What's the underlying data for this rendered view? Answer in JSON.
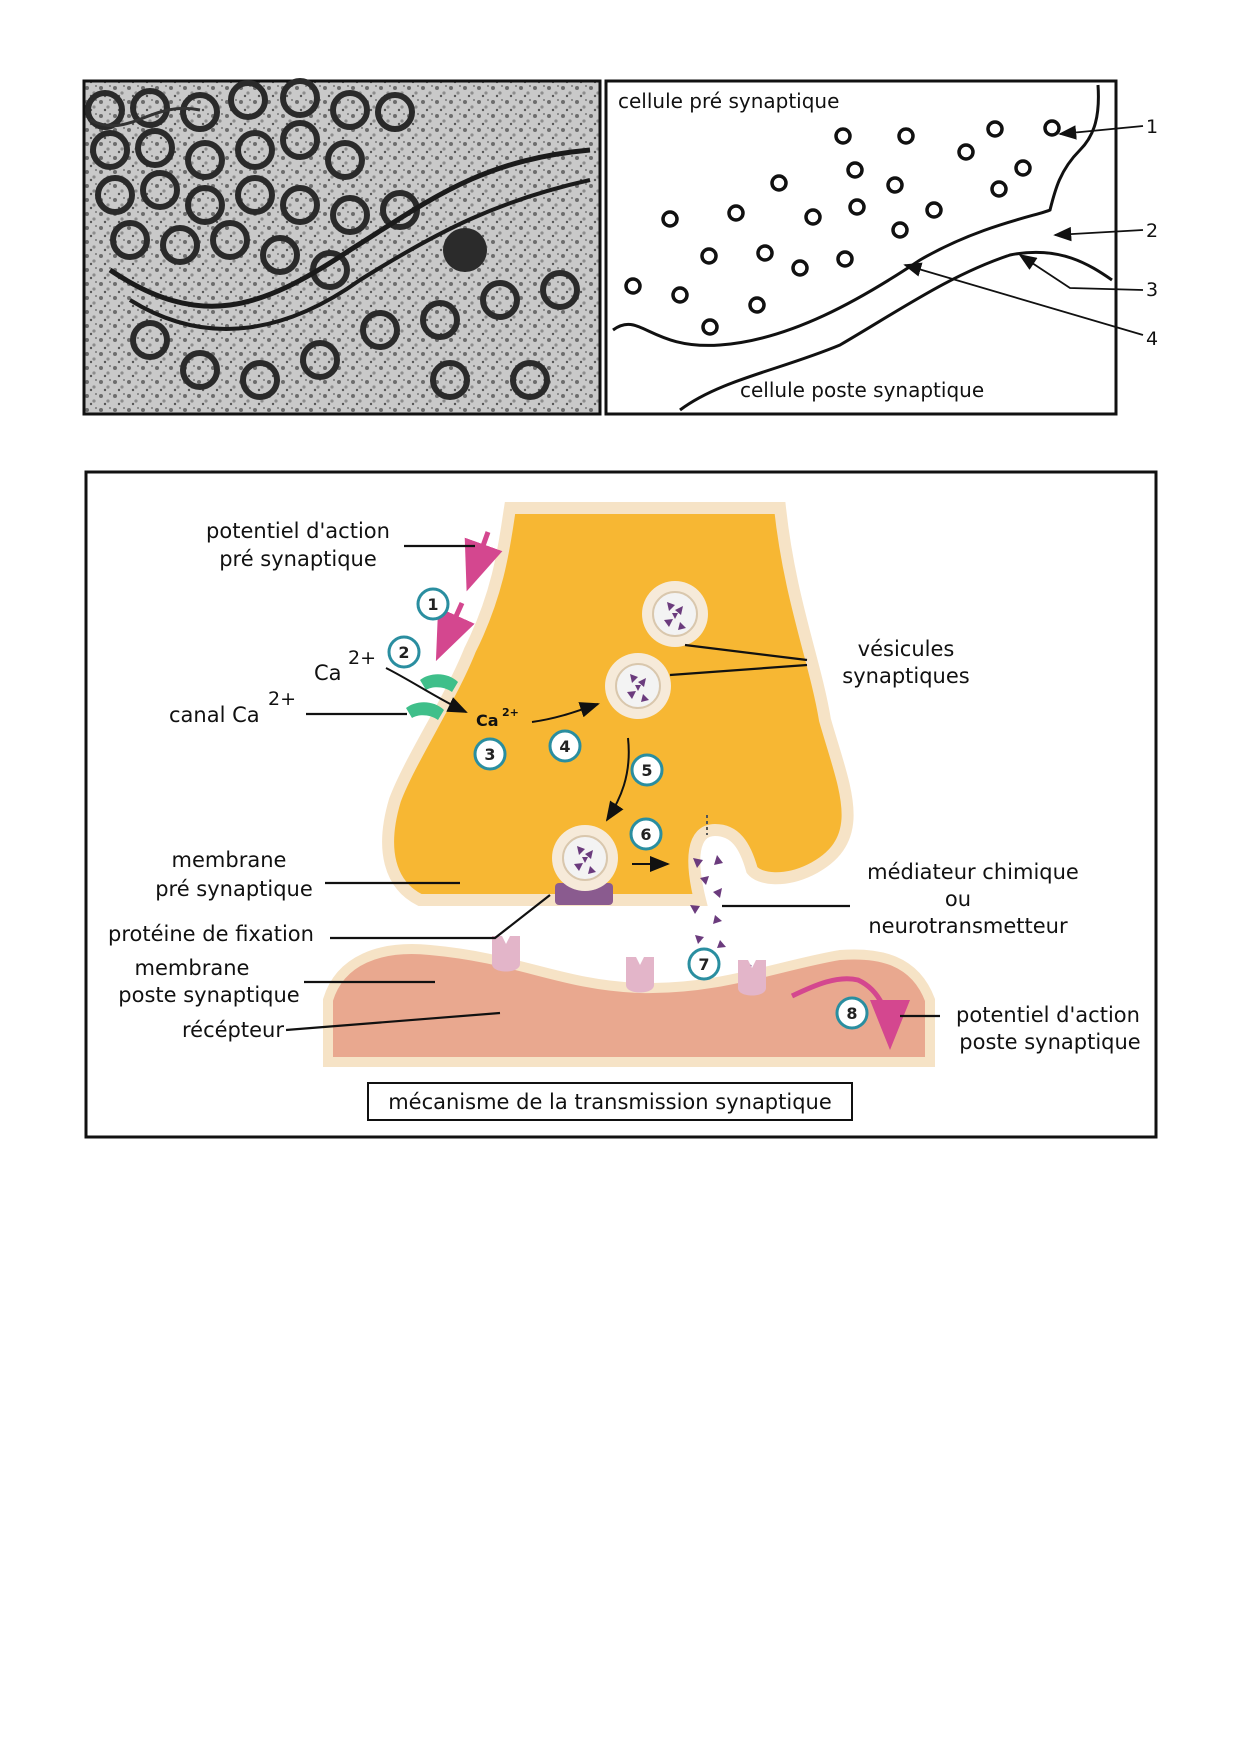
{
  "top_figure": {
    "left_panel": {
      "content": "electron-micrograph-of-synapse"
    },
    "right_panel": {
      "label_pre_cell": "cellule pré synaptique",
      "label_post_cell": "cellule poste synaptique",
      "numbers": [
        "1",
        "2",
        "3",
        "4"
      ]
    }
  },
  "bottom_figure": {
    "caption": "mécanisme de la transmission synaptique",
    "labels": {
      "action_potential_pre_line1": "potentiel d'action",
      "action_potential_pre_line2": "pré synaptique",
      "ca": "Ca",
      "ca_sup": "2+",
      "canal": "canal Ca",
      "canal_sup": "2+",
      "ca_inner": "Ca",
      "ca_inner_sup": "2+",
      "vesicles_line1": "vésicules",
      "vesicles_line2": "synaptiques",
      "pre_membrane_line1": "membrane",
      "pre_membrane_line2": "pré synaptique",
      "fixation_protein": "protéine de fixation",
      "post_membrane_line1": "membrane",
      "post_membrane_line2": "poste synaptique",
      "receptor": "récépteur",
      "mediator_line1": "médiateur chimique",
      "mediator_line2": "ou",
      "mediator_line3": "neurotransmetteur",
      "action_potential_post_line1": "potentiel d'action",
      "action_potential_post_line2": "poste synaptique"
    },
    "steps": [
      "1",
      "2",
      "3",
      "4",
      "5",
      "6",
      "7",
      "8"
    ]
  },
  "colors": {
    "terminal_fill": "#f7b733",
    "terminal_border": "#f6e3c6",
    "post_fill": "#e9a88f",
    "vesicle_fill": "#f6ead9",
    "neurotransmitter": "#6b3b7d",
    "channel": "#3fbf8a",
    "receptor": "#e3b5c9",
    "arrow_pink": "#d4478f",
    "step_circle": "#2a8ea0",
    "fixation": "#8a5b8f"
  }
}
